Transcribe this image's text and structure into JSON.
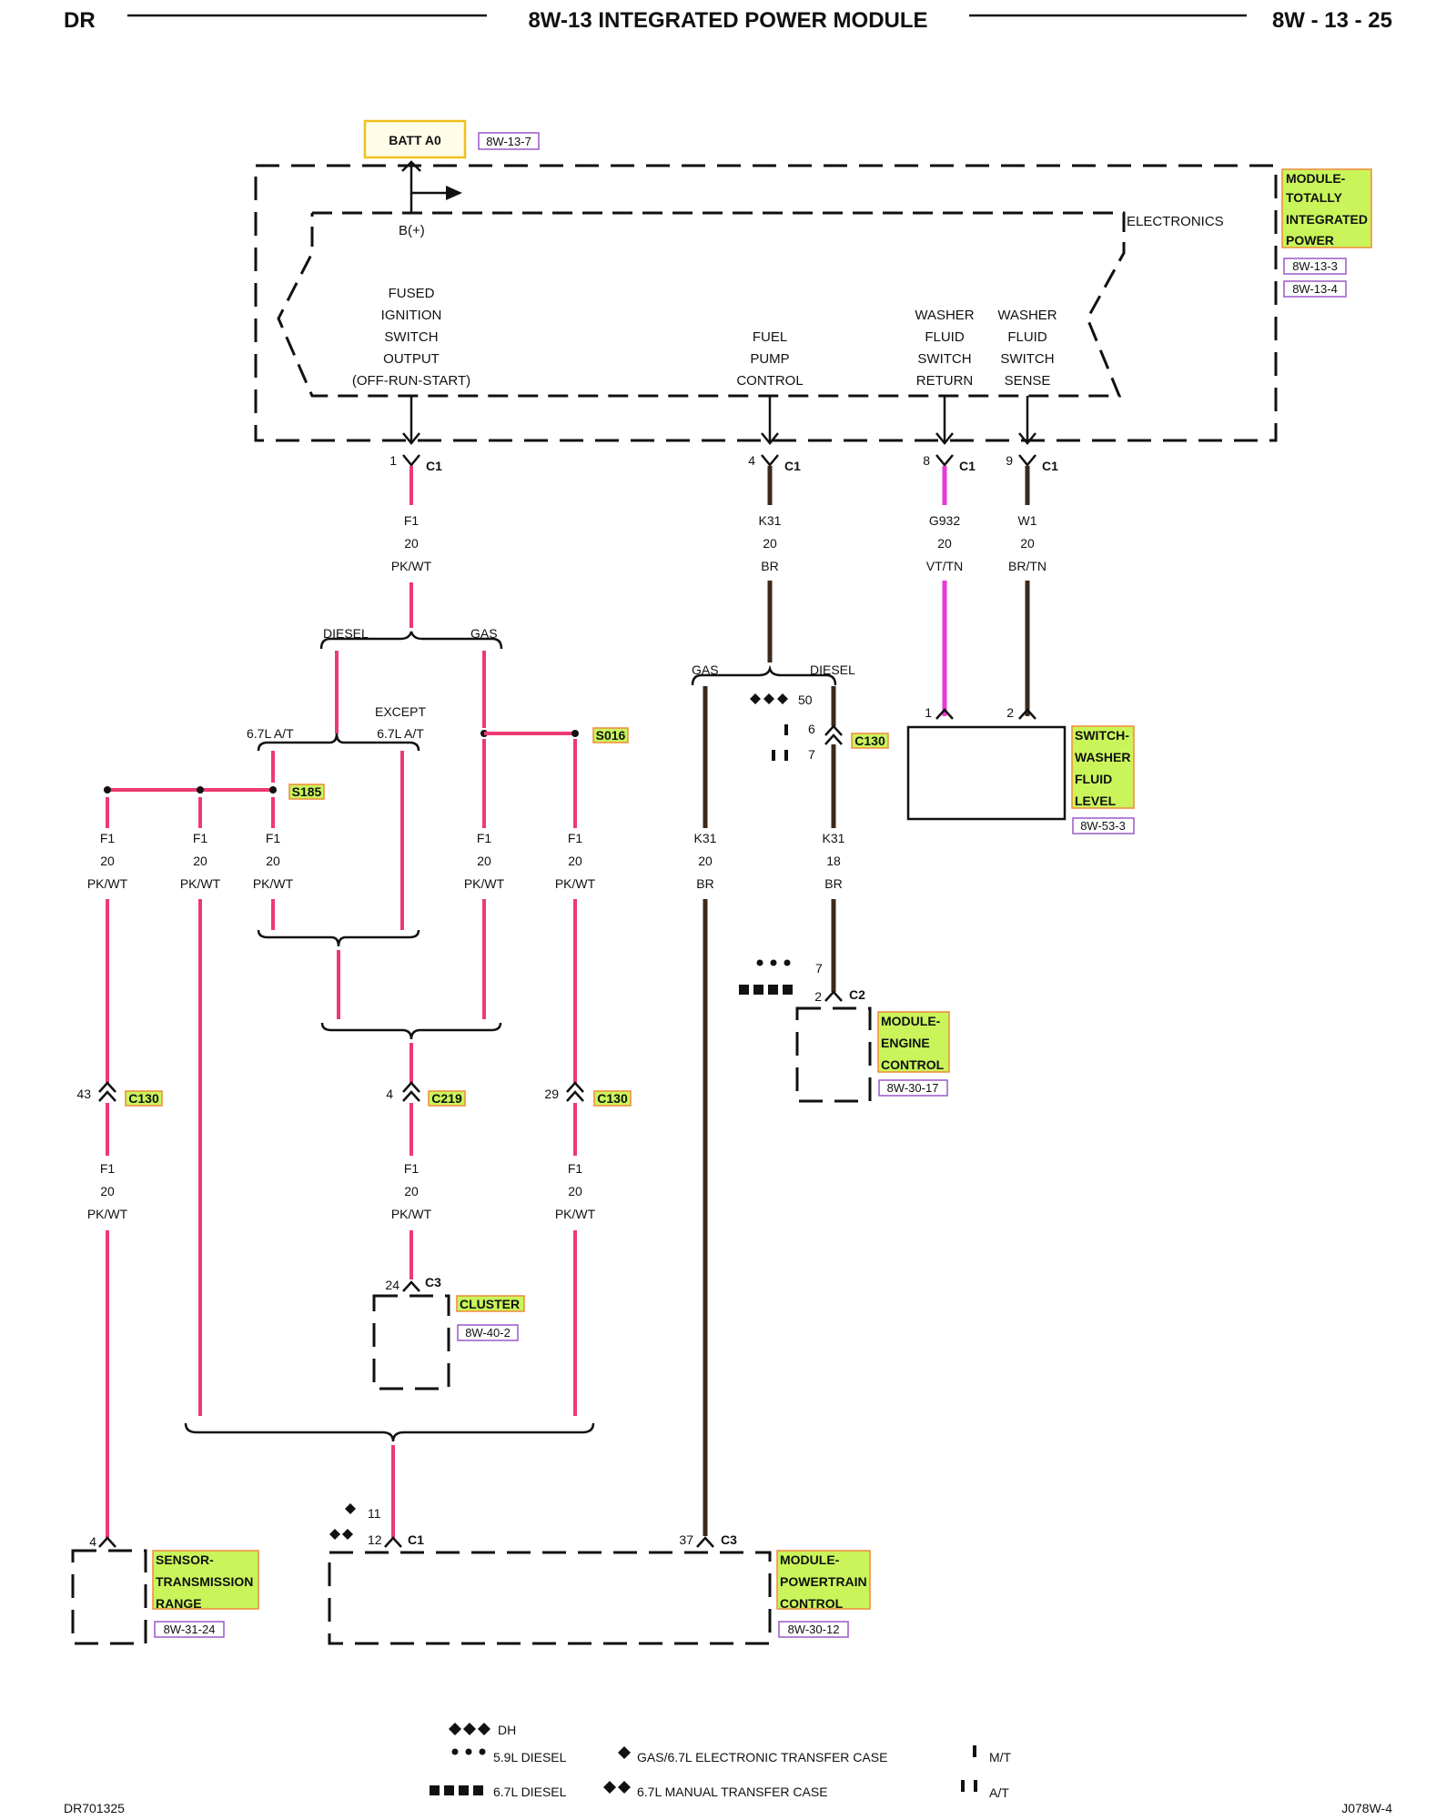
{
  "header": {
    "left": "DR",
    "title": "8W-13 INTEGRATED POWER MODULE",
    "page": "8W - 13 - 25"
  },
  "footer": {
    "left": "DR701325",
    "right": "J078W-4"
  },
  "top": {
    "batt": "BATT A0",
    "batt_ref": "8W-13-7",
    "bplus": "B(+)",
    "electronics": "ELECTRONICS",
    "module_tag": [
      "MODULE-",
      "TOTALLY",
      "INTEGRATED",
      "POWER"
    ],
    "module_refs": [
      "8W-13-3",
      "8W-13-4"
    ]
  },
  "functions": {
    "ign": [
      "FUSED",
      "IGNITION",
      "SWITCH",
      "OUTPUT",
      "(OFF-RUN-START)"
    ],
    "fuel": [
      "FUEL",
      "PUMP",
      "CONTROL"
    ],
    "wret": [
      "WASHER",
      "FLUID",
      "SWITCH",
      "RETURN"
    ],
    "wsen": [
      "WASHER",
      "FLUID",
      "SWITCH",
      "SENSE"
    ]
  },
  "pins": {
    "c1_1": {
      "num": "1",
      "conn": "C1"
    },
    "c1_4": {
      "num": "4",
      "conn": "C1"
    },
    "c1_8": {
      "num": "8",
      "conn": "C1"
    },
    "c1_9": {
      "num": "9",
      "conn": "C1"
    }
  },
  "wires": {
    "f1_top": [
      "F1",
      "20",
      "PK/WT"
    ],
    "k31_top": [
      "K31",
      "20",
      "BR"
    ],
    "g932": [
      "G932",
      "20",
      "VT/TN"
    ],
    "w1": [
      "W1",
      "20",
      "BR/TN"
    ],
    "f1_a": [
      "F1",
      "20",
      "PK/WT"
    ],
    "f1_b": [
      "F1",
      "20",
      "PK/WT"
    ],
    "f1_c": [
      "F1",
      "20",
      "PK/WT"
    ],
    "f1_d": [
      "F1",
      "20",
      "PK/WT"
    ],
    "f1_e": [
      "F1",
      "20",
      "PK/WT"
    ],
    "k31_gas": [
      "K31",
      "20",
      "BR"
    ],
    "k31_dsl": [
      "K31",
      "18",
      "BR"
    ],
    "f1_43": [
      "F1",
      "20",
      "PK/WT"
    ],
    "f1_4": [
      "F1",
      "20",
      "PK/WT"
    ],
    "f1_29": [
      "F1",
      "20",
      "PK/WT"
    ]
  },
  "branches": {
    "diesel": "DIESEL",
    "gas": "GAS",
    "gas2": "GAS",
    "diesel2": "DIESEL",
    "a67": "6.7L A/T",
    "except": "EXCEPT",
    "except2": "6.7L A/T"
  },
  "splices": {
    "s016": "S016",
    "s185": "S185"
  },
  "connectors": {
    "c130_mid": {
      "conn": "C130",
      "p50": "50",
      "p6": "6",
      "p7": "7"
    },
    "c2": {
      "p7": "7",
      "p2": "2",
      "conn": "C2"
    },
    "c130_43": {
      "num": "43",
      "conn": "C130"
    },
    "c219": {
      "num": "4",
      "conn": "C219"
    },
    "c130_29": {
      "num": "29",
      "conn": "C130"
    },
    "c3_cl": {
      "num": "24",
      "conn": "C3"
    },
    "pcm": {
      "p11": "11",
      "p12": "12",
      "conn1": "C1",
      "p37": "37",
      "conn3": "C3"
    },
    "sensor_pin": "4",
    "washer_pins": [
      "1",
      "2"
    ]
  },
  "components": {
    "washer": {
      "tag": [
        "SWITCH-",
        "WASHER",
        "FLUID",
        "LEVEL"
      ],
      "ref": "8W-53-3"
    },
    "ecm": {
      "tag": [
        "MODULE-",
        "ENGINE",
        "CONTROL"
      ],
      "ref": "8W-30-17"
    },
    "cluster": {
      "tag": "CLUSTER",
      "ref": "8W-40-2"
    },
    "sensor": {
      "tag": [
        "SENSOR-",
        "TRANSMISSION",
        "RANGE"
      ],
      "ref": "8W-31-24"
    },
    "pcm": {
      "tag": [
        "MODULE-",
        "POWERTRAIN",
        "CONTROL"
      ],
      "ref": "8W-30-12"
    }
  },
  "legend": {
    "dh": "DH",
    "diesel59": "5.9L DIESEL",
    "diesel67": "6.7L DIESEL",
    "gas_etc": "GAS/6.7L ELECTRONIC TRANSFER CASE",
    "mtc": "6.7L MANUAL TRANSFER CASE",
    "mt": "M/T",
    "at": "A/T"
  }
}
